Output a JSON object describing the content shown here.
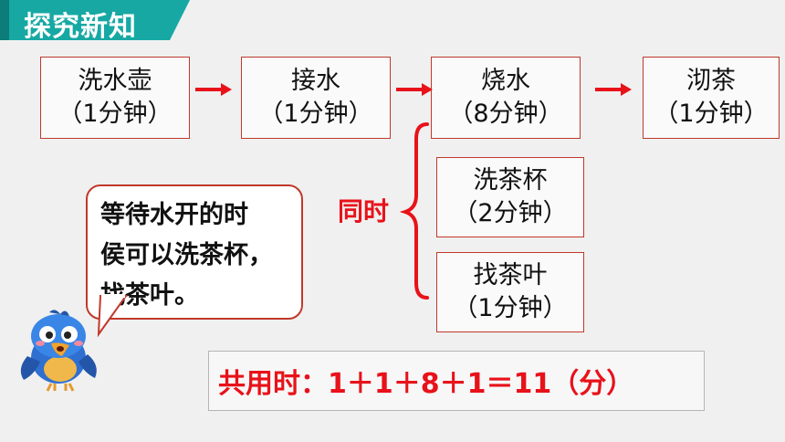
{
  "header": {
    "title": "探究新知"
  },
  "steps": [
    {
      "name": "洗水壶",
      "time": "（1分钟）"
    },
    {
      "name": "接水",
      "time": "（1分钟）"
    },
    {
      "name": "烧水",
      "time": "（8分钟）"
    },
    {
      "name": "沏茶",
      "time": "（1分钟）"
    }
  ],
  "parallel": {
    "label": "同时",
    "tasks": [
      {
        "name": "洗茶杯",
        "time": "（2分钟）"
      },
      {
        "name": "找茶叶",
        "time": "（1分钟）"
      }
    ]
  },
  "speech": {
    "lines": [
      "等待水开的时",
      "侯可以洗茶杯，",
      "找茶叶。"
    ]
  },
  "total": "共用时：1＋1＋8＋1＝11（分）",
  "colors": {
    "accent": "#17a8a4",
    "red": "#e8121a",
    "border": "#c0392b"
  }
}
